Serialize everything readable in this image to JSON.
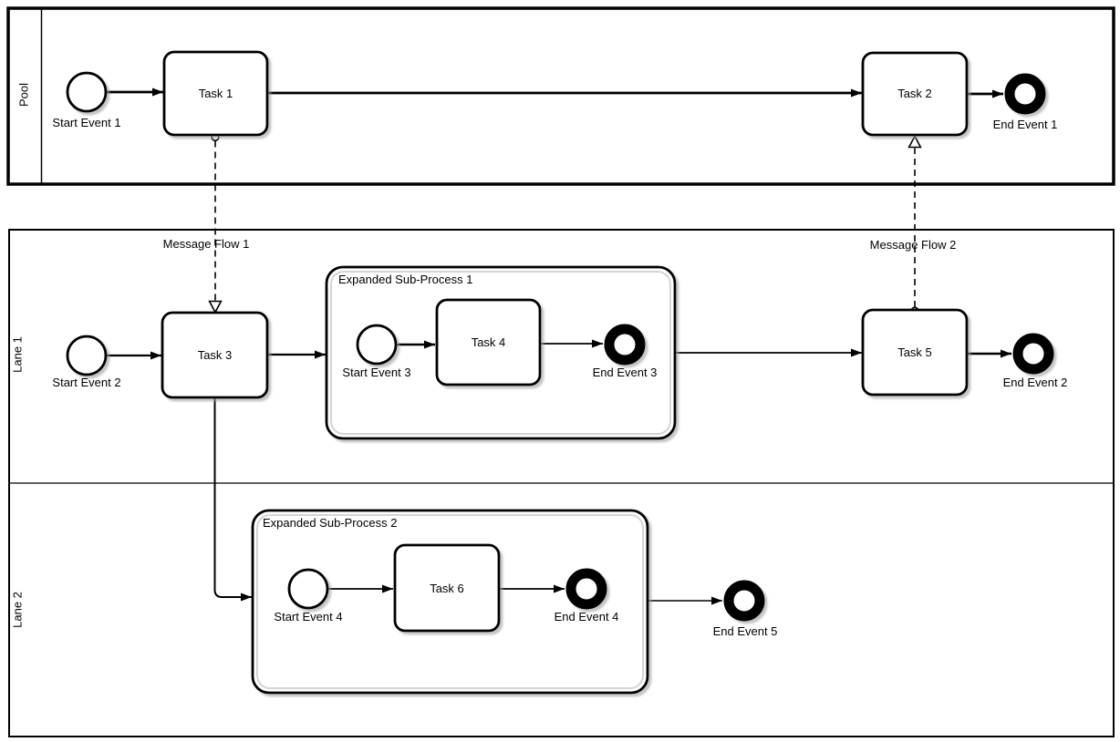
{
  "diagram_type": "BPMN collaboration diagram",
  "colors": {
    "stroke": "#000000",
    "fill": "#ffffff",
    "shadow": "#9e9e9e",
    "subprocess_inner_line": "#d4d4d4"
  },
  "pool": {
    "label": "Pool"
  },
  "lanes": {
    "lane1_label": "Lane 1",
    "lane2_label": "Lane 2"
  },
  "nodes": {
    "start1": "Start Event 1",
    "task1": "Task 1",
    "task2": "Task 2",
    "end1": "End Event 1",
    "start2": "Start Event 2",
    "task3": "Task 3",
    "subprocess1": "Expanded Sub-Process 1",
    "start3": "Start Event 3",
    "task4": "Task 4",
    "end3": "End Event 3",
    "task5": "Task 5",
    "end2": "End Event 2",
    "subprocess2": "Expanded Sub-Process 2",
    "start4": "Start Event 4",
    "task6": "Task 6",
    "end4": "End Event 4",
    "end5": "End Event 5"
  },
  "flows": {
    "message1_label": "Message Flow 1",
    "message2_label": "Message Flow 2",
    "sequence": [
      {
        "from": "Start Event 1",
        "to": "Task 1",
        "type": "sequence"
      },
      {
        "from": "Task 1",
        "to": "Task 2",
        "type": "sequence"
      },
      {
        "from": "Task 2",
        "to": "End Event 1",
        "type": "sequence"
      },
      {
        "from": "Start Event 2",
        "to": "Task 3",
        "type": "sequence"
      },
      {
        "from": "Task 3",
        "to": "Expanded Sub-Process 1",
        "type": "sequence"
      },
      {
        "from": "Expanded Sub-Process 1",
        "to": "Task 5",
        "type": "sequence"
      },
      {
        "from": "Task 5",
        "to": "End Event 2",
        "type": "sequence"
      },
      {
        "from": "Start Event 3",
        "to": "Task 4",
        "type": "sequence"
      },
      {
        "from": "Task 4",
        "to": "End Event 3",
        "type": "sequence"
      },
      {
        "from": "Task 3",
        "to": "Expanded Sub-Process 2",
        "type": "sequence"
      },
      {
        "from": "Start Event 4",
        "to": "Task 6",
        "type": "sequence"
      },
      {
        "from": "Task 6",
        "to": "End Event 4",
        "type": "sequence"
      },
      {
        "from": "Expanded Sub-Process 2",
        "to": "End Event 5",
        "type": "sequence"
      }
    ],
    "message": [
      {
        "from": "Task 1",
        "to": "Task 3",
        "label": "Message Flow 1",
        "type": "message"
      },
      {
        "from": "Task 5",
        "to": "Task 2",
        "label": "Message Flow 2",
        "type": "message"
      }
    ]
  }
}
